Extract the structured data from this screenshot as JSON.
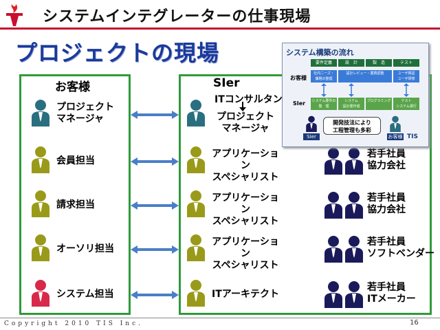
{
  "header": {
    "title": "システムインテグレーターの仕事現場"
  },
  "section": {
    "title": "プロジェクトの現場"
  },
  "customer": {
    "title": "お客様",
    "roles": [
      {
        "label": "プロジェクト\nマネージャ",
        "color": "#2a6e80"
      },
      {
        "label": "会員担当",
        "color": "#9a9a1a"
      },
      {
        "label": "請求担当",
        "color": "#9a9a1a"
      },
      {
        "label": "オーソリ担当",
        "color": "#9a9a1a"
      },
      {
        "label": "システム担当",
        "color": "#d8294a"
      }
    ]
  },
  "si": {
    "title": "SIer",
    "consultant": "ITコンサルタント",
    "roles": [
      {
        "label": "プロジェクト\nマネージャ",
        "color": "#2a6e80"
      },
      {
        "label": "アプリケーション\nスペシャリスト",
        "color": "#9a9a1a"
      },
      {
        "label": "アプリケーション\nスペシャリスト",
        "color": "#9a9a1a"
      },
      {
        "label": "アプリケーション\nスペシャリスト",
        "color": "#9a9a1a"
      },
      {
        "label": "ITアーキテクト",
        "color": "#9a9a1a"
      }
    ],
    "teams": [
      {
        "label": "若手社員\n協力会社"
      },
      {
        "label": "若手社員\n協力会社"
      },
      {
        "label": "若手社員\nソフトベンダー"
      },
      {
        "label": "若手社員\nITメーカー"
      }
    ],
    "team_color": "#1a1a5a"
  },
  "inset": {
    "title": "システム構築の流れ",
    "phases": [
      "要件定義",
      "設　計",
      "製　造",
      "テスト"
    ],
    "lanes": {
      "customer": "お客様",
      "si": "SIer"
    },
    "customer_cells": [
      "社内ニーズ・\n課題の整理",
      "設計レビュー・業務調整",
      "",
      "ユーザ検証\nユーザ研修"
    ],
    "si_cells": [
      "システム要件の\n整　理",
      "システム\n設計書作成",
      "プログラミング",
      "テスト\nシステム運行"
    ],
    "bubble": "開発技法により\n工程管理も多彩",
    "badge_si": "SIer",
    "badge_customer": "お客様",
    "logo": "TIS"
  },
  "footer": {
    "copyright": "Copyright 2010 TIS Inc.",
    "page": "16"
  },
  "colors": {
    "accent_red": "#c8102e",
    "box_green": "#2f9a3a",
    "title_blue": "#1a3a9a",
    "arrow_blue": "#4a7fc8"
  }
}
